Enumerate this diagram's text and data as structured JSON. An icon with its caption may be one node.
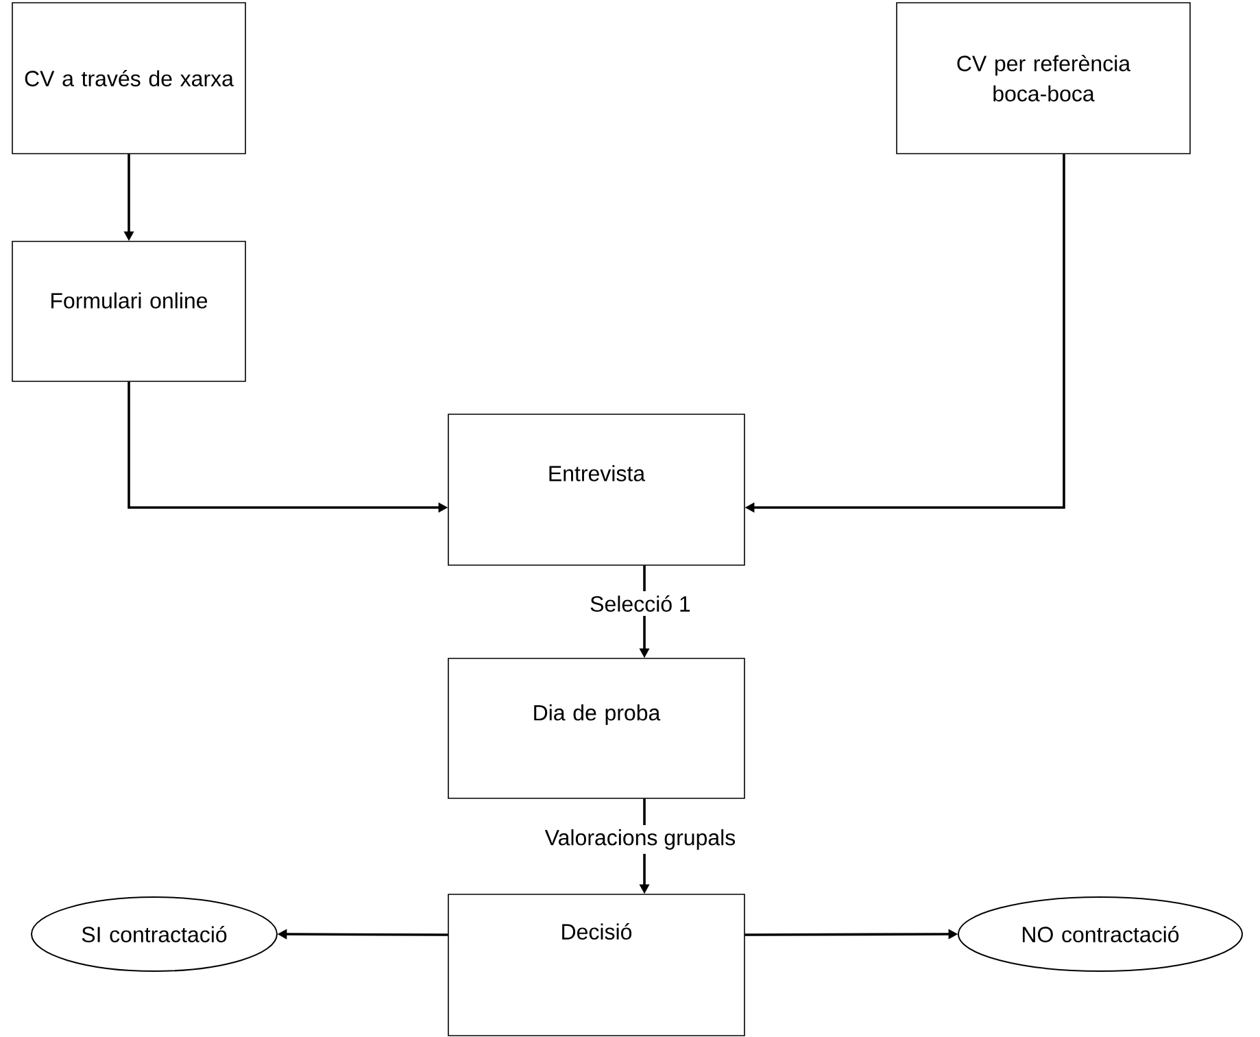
{
  "diagram": {
    "nodes": [
      {
        "text": [
          "CV a través de xarxa"
        ]
      },
      {
        "text": [
          "CV per referència boca-boca"
        ]
      },
      {
        "text": [
          "Formulari online"
        ]
      },
      {
        "text": [
          "Entrevista"
        ]
      },
      {
        "text": [
          "Dia de proba"
        ]
      },
      {
        "text": [
          "Decisió"
        ]
      },
      {
        "text": [
          "SI contractació"
        ]
      },
      {
        "text": [
          "NO contractació"
        ]
      }
    ],
    "edges": [
      {
        "from": 0,
        "to": 2,
        "arrow": "to"
      },
      {
        "from": 2,
        "to": 3,
        "arrow": "to"
      },
      {
        "from": 1,
        "to": 3,
        "arrow": "to"
      },
      {
        "from": 3,
        "to": 4,
        "arrow": "to",
        "label": "Selecció 1"
      },
      {
        "from": 4,
        "to": 5,
        "arrow": "to",
        "label": "Valoracions grupals"
      },
      {
        "from": 5,
        "to": 6,
        "arrow": "to"
      },
      {
        "from": 5,
        "to": 7,
        "arrow": "to"
      }
    ]
  }
}
